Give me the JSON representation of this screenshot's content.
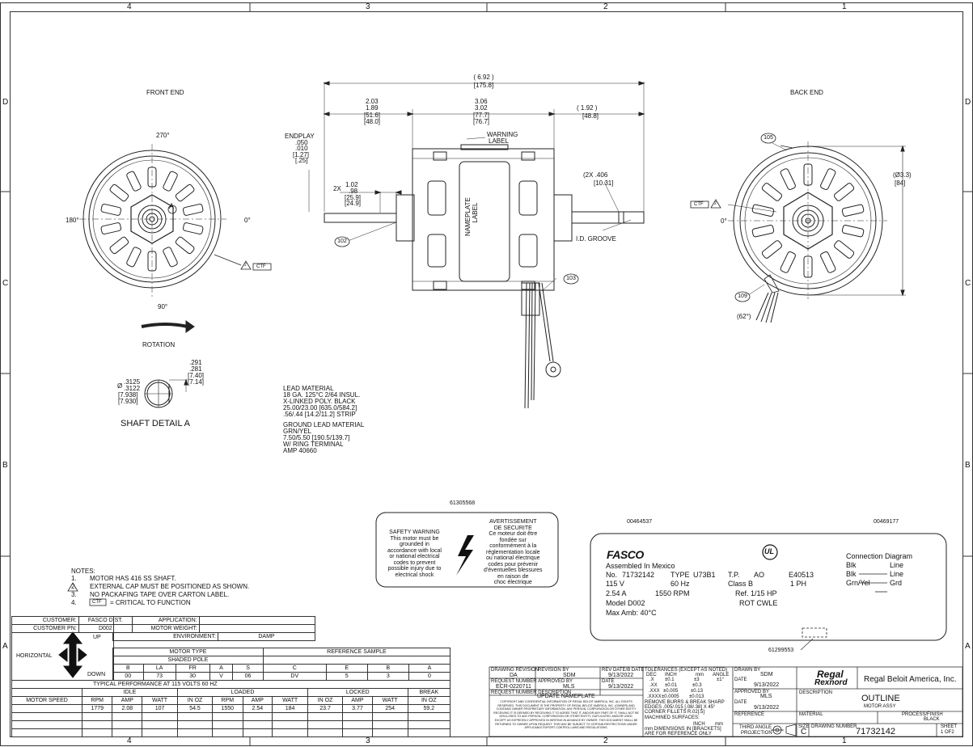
{
  "frame": {
    "top_zones": [
      "4",
      "3",
      "2",
      "1"
    ],
    "bottom_zones": [
      "4",
      "3",
      "2",
      "1"
    ],
    "left_zones": [
      "D",
      "C",
      "B",
      "A"
    ],
    "right_zones": [
      "D",
      "C",
      "B",
      "A"
    ]
  },
  "views": {
    "front_end": "FRONT END",
    "back_end": "BACK END",
    "rotation": "ROTATION",
    "shaft_detail": "SHAFT DETAIL A",
    "angle_270": "270°",
    "angle_180": "180°",
    "angle_0": "0°",
    "angle_90": "90°",
    "back_angle_0": "0°",
    "detail_letter": "A"
  },
  "dims": {
    "overall": "6.92",
    "overall_mm": "[175.8]",
    "left_a": "2.03",
    "left_b": "1.89",
    "left_c": "[51.6]",
    "left_d": "[48.0]",
    "mid_a": "3.06",
    "mid_b": "3.02",
    "mid_c": "[77.7]",
    "mid_d": "[76.7]",
    "right_a": "1.92",
    "right_mm": "[48.8]",
    "endplay_label": "ENDPLAY",
    "endplay_a": ".050",
    "endplay_b": ".010",
    "endplay_c": "[1.27]",
    "endplay_d": "[.25]",
    "flat_a": "1.02",
    "flat_b": ".98",
    "flat_c": "[25.9]",
    "flat_d": "[24.9]",
    "flat_qty": "2X",
    "groove_qty": "2X",
    "groove_a": ".406",
    "groove_mm": "[10.31]",
    "groove_label": "I.D. GROOVE",
    "warning_label_1": "WARNING",
    "warning_label_2": "LABEL",
    "nameplate_1": "NAMEPLATE",
    "nameplate_2": "LABEL",
    "dia": "Ø3.3",
    "dia_mm": "[84]",
    "b102": "102",
    "b103": "103",
    "b105": "105",
    "b109": "109",
    "angle_62": "(62°)",
    "shaft_dia_a": ".3125",
    "shaft_dia_b": ".3122",
    "shaft_dia_c": "[7.938]",
    "shaft_dia_d": "[7.930]",
    "flat_h_a": ".291",
    "flat_h_b": ".281",
    "flat_h_c": "[7.40]",
    "flat_h_d": "[7.14]",
    "ctf": "CTF",
    "flag2": "2",
    "phi": "Ø"
  },
  "lead_notes": {
    "lines": [
      "LEAD MATERIAL",
      "18 GA. 125°C 2/64 INSUL.",
      "X-LINKED POLY. BLACK",
      "25.00/23.00 [635.0/584.2]",
      ".56/.44 [14.2/11.2] STRIP"
    ],
    "ground": [
      "GROUND LEAD MATERIAL",
      "GRN/YEL",
      "7.50/5.50 [190.5/139.7]",
      "W/ RING TERMINAL",
      "AMP 40660"
    ]
  },
  "part_numbers": {
    "p1": "61305568",
    "p2": "00464537",
    "p3": "00469177",
    "p4": "61299553"
  },
  "safety": {
    "en": [
      "SAFETY WARNING",
      "This motor must be",
      "grounded in",
      "accordance with local",
      "or national electrical",
      "codes to prevent",
      "possible injury due to",
      "electrical shock"
    ],
    "fr": [
      "AVERTISSEMENT",
      "DE SECURITE",
      "Ce moteur doit être",
      "fondée sur",
      "conformément à la",
      "réglementation locale",
      "ou national électrique",
      "codes pour prévenir",
      "d'éventuelles blessures",
      "en raison de",
      "choc électrique"
    ]
  },
  "nameplate": {
    "brand": "FASCO",
    "assembled": "Assembled In Mexico",
    "no_label": "No.",
    "no": "71732142",
    "type_label": "TYPE",
    "type": "U73B1",
    "tp_label": "T.P.",
    "tp": "AO",
    "cert": "E40513",
    "volts": "115 V",
    "hz": "60 Hz",
    "class": "Class B",
    "phase": "1 PH",
    "amps": "2.54 A",
    "rpm": "1550 RPM",
    "hp": "Ref. 1/15 HP",
    "model": "Model D002",
    "rot": "ROT CWLE",
    "amb": "Max Amb: 40°C",
    "conn_title": "Connection Diagram",
    "conn": [
      [
        "Blk",
        "Line"
      ],
      [
        "Blk",
        "Line"
      ],
      [
        "Grn/Yel",
        "Grd"
      ]
    ]
  },
  "notes": {
    "title": "NOTES:",
    "items": [
      {
        "n": "1.",
        "text": "MOTOR HAS 416 SS SHAFT."
      },
      {
        "n": "2.",
        "text": "EXTERNAL CAP MUST BE POSITIONED AS SHOWN."
      },
      {
        "n": "3.",
        "text": "NO PACKAFING TAPE OVER CARTON LABEL."
      },
      {
        "n": "4.",
        "text": "= CRITICAL TO FUNCTION"
      }
    ]
  },
  "spec": {
    "customer_label": "CUSTOMER:",
    "customer": "FASCO DIST.",
    "customer_pn_label": "CUSTOMER PN:",
    "customer_pn": "D002",
    "application_label": "APPLICATION:",
    "motor_weight_label": "MOTOR WEIGHT:",
    "environment_label": "ENVIRONMENT:",
    "environment": "DAMP",
    "horizontal": "HORIZONTAL",
    "up": "UP",
    "down": "DOWN",
    "motor_type": "MOTOR TYPE",
    "shaded_pole": "SHADED POLE",
    "ref_sample": "REFERENCE SAMPLE",
    "mt_heads": [
      "B",
      "LA",
      "FR",
      "A",
      "S"
    ],
    "mt_vals": [
      "00",
      "73",
      "30",
      "V",
      "06"
    ],
    "rs_heads": [
      "C",
      "E",
      "B",
      "A"
    ],
    "rs_vals": [
      "DV",
      "5",
      "3",
      "0"
    ],
    "typical": "TYPICAL PERFORMANCE AT 115 VOLTS 60 HZ",
    "groups": [
      "IDLE",
      "LOADED",
      "LOCKED",
      "BREAK"
    ],
    "motor_speed": "MOTOR SPEED",
    "col_heads": [
      "RPM",
      "AMP",
      "WATT",
      "IN OZ",
      "RPM",
      "AMP",
      "WATT",
      "IN OZ",
      "AMP",
      "WATT",
      "IN OZ"
    ],
    "col_vals": [
      "1779",
      "2.08",
      "107",
      "54.5",
      "1550",
      "2.54",
      "184",
      "23.7",
      "3.77",
      "254",
      "59.2"
    ]
  },
  "title_block": {
    "drawing_revision_label": "DRAWING REVISION",
    "drawing_revision": "DA",
    "revision_by_label": "REVISION BY",
    "revision_by": "SDM",
    "rev_date_label": "REV DATE/B DATE",
    "rev_date": "9/13/2022",
    "request_number_label": "REQUEST NUMBER",
    "request_number": "ECR-0220711",
    "approved_by_label": "APPROVED BY",
    "approved_by": "MLS",
    "date_label": "DATE",
    "date": "9/13/2022",
    "req_desc_label": "REQUEST NUMBER DESCRIPTION",
    "req_desc": "UPDATE NAMEPLATE",
    "legal": "COPYRIGHT AND CONFIDENTIAL INFORMATION OF REGAL BELOIT AMERICA, INC. ALL RIGHTS RESERVED. THIS DOCUMENT IS THE PROPERTY OF REGAL BELOIT AMERICA, INC. (OWNER) AND CONTAINS OWNER PROPRIETARY INFORMATION. ANY PERSON, CORPORATION OR OTHER ENTITY RECEIVING IT IS DEEMED BY RECEIVING IT TO AGREE THAT IT, AND/OR ANY PART OF IT, SHALL NOT BE DISCLOSED TO ANY PERSON, CORPORATION OR OTHER ENTITY, DUPLICATED, AND/OR USED, EXCEPT AS EXPRESSLY APPROVED IN WRITING IN ADVANCE BY OWNER. THIS DOCUMENT SHALL BE RETURNED TO OWNER UPON REQUEST. THIS MAY BE SUBJECT TO CERTAIN RESTRICTIONS UNDER APPLICABLE EXPORT CONTROL LAWS AND REGULATIONS.",
    "tol_title": "TOLERANCES (EXCEPT AS NOTED)",
    "tol_heads": [
      "DEC",
      "INCH",
      "mm",
      "ANGLE"
    ],
    "tol_rows": [
      [
        ".X",
        "±0.1",
        "±3",
        "±1°"
      ],
      [
        ".XX",
        "±0.01",
        "±0.3",
        ""
      ],
      [
        ".XXX",
        "±0.005",
        "±0.13",
        ""
      ],
      [
        ".XXXX",
        "±0.0005",
        "±0.013",
        ""
      ]
    ],
    "burrs": "REMOVE BURRS & BREAK SHARP",
    "edges": "EDGES .005/.015 [.08/.38] X 45°",
    "fillets": "CORNER FILLETS R.02[.5]",
    "machined": "MACHINED SURFACES:",
    "finish_inch": "INCH",
    "finish_mm": "mm",
    "mm_note": "mm DIMENSIONS IN [BRACKETS]",
    "ref_note": "ARE FOR REFERENCE ONLY",
    "drawn_by_label": "DRAWN BY",
    "drawn_by": "SDM",
    "drawn_date_label": "DATE",
    "drawn_date": "9/13/2022",
    "approved2_label": "APPROVED BY",
    "approved2": "MLS",
    "approved2_date_label": "DATE",
    "approved2_date": "9/13/2022",
    "reference_label": "REFERENCE",
    "third_angle_1": "THIRD ANGLE",
    "third_angle_2": "PROJECTION",
    "company": "Regal Beloit America, Inc.",
    "logo_1": "Regal",
    "logo_2": "Rexnord",
    "description_label": "DESCRIPTION",
    "description": "OUTLINE",
    "description_sub": "MOTOR ASSY",
    "material_label": "MATERIAL",
    "process_label": "PROCESS/FINISH",
    "process": "BLACK",
    "size_label": "SIZE",
    "size": "C",
    "drawing_number_label": "DRAWING NUMBER",
    "drawing_number": "71732142",
    "sheet_label": "SHEET",
    "sheet": "1 OF2"
  }
}
